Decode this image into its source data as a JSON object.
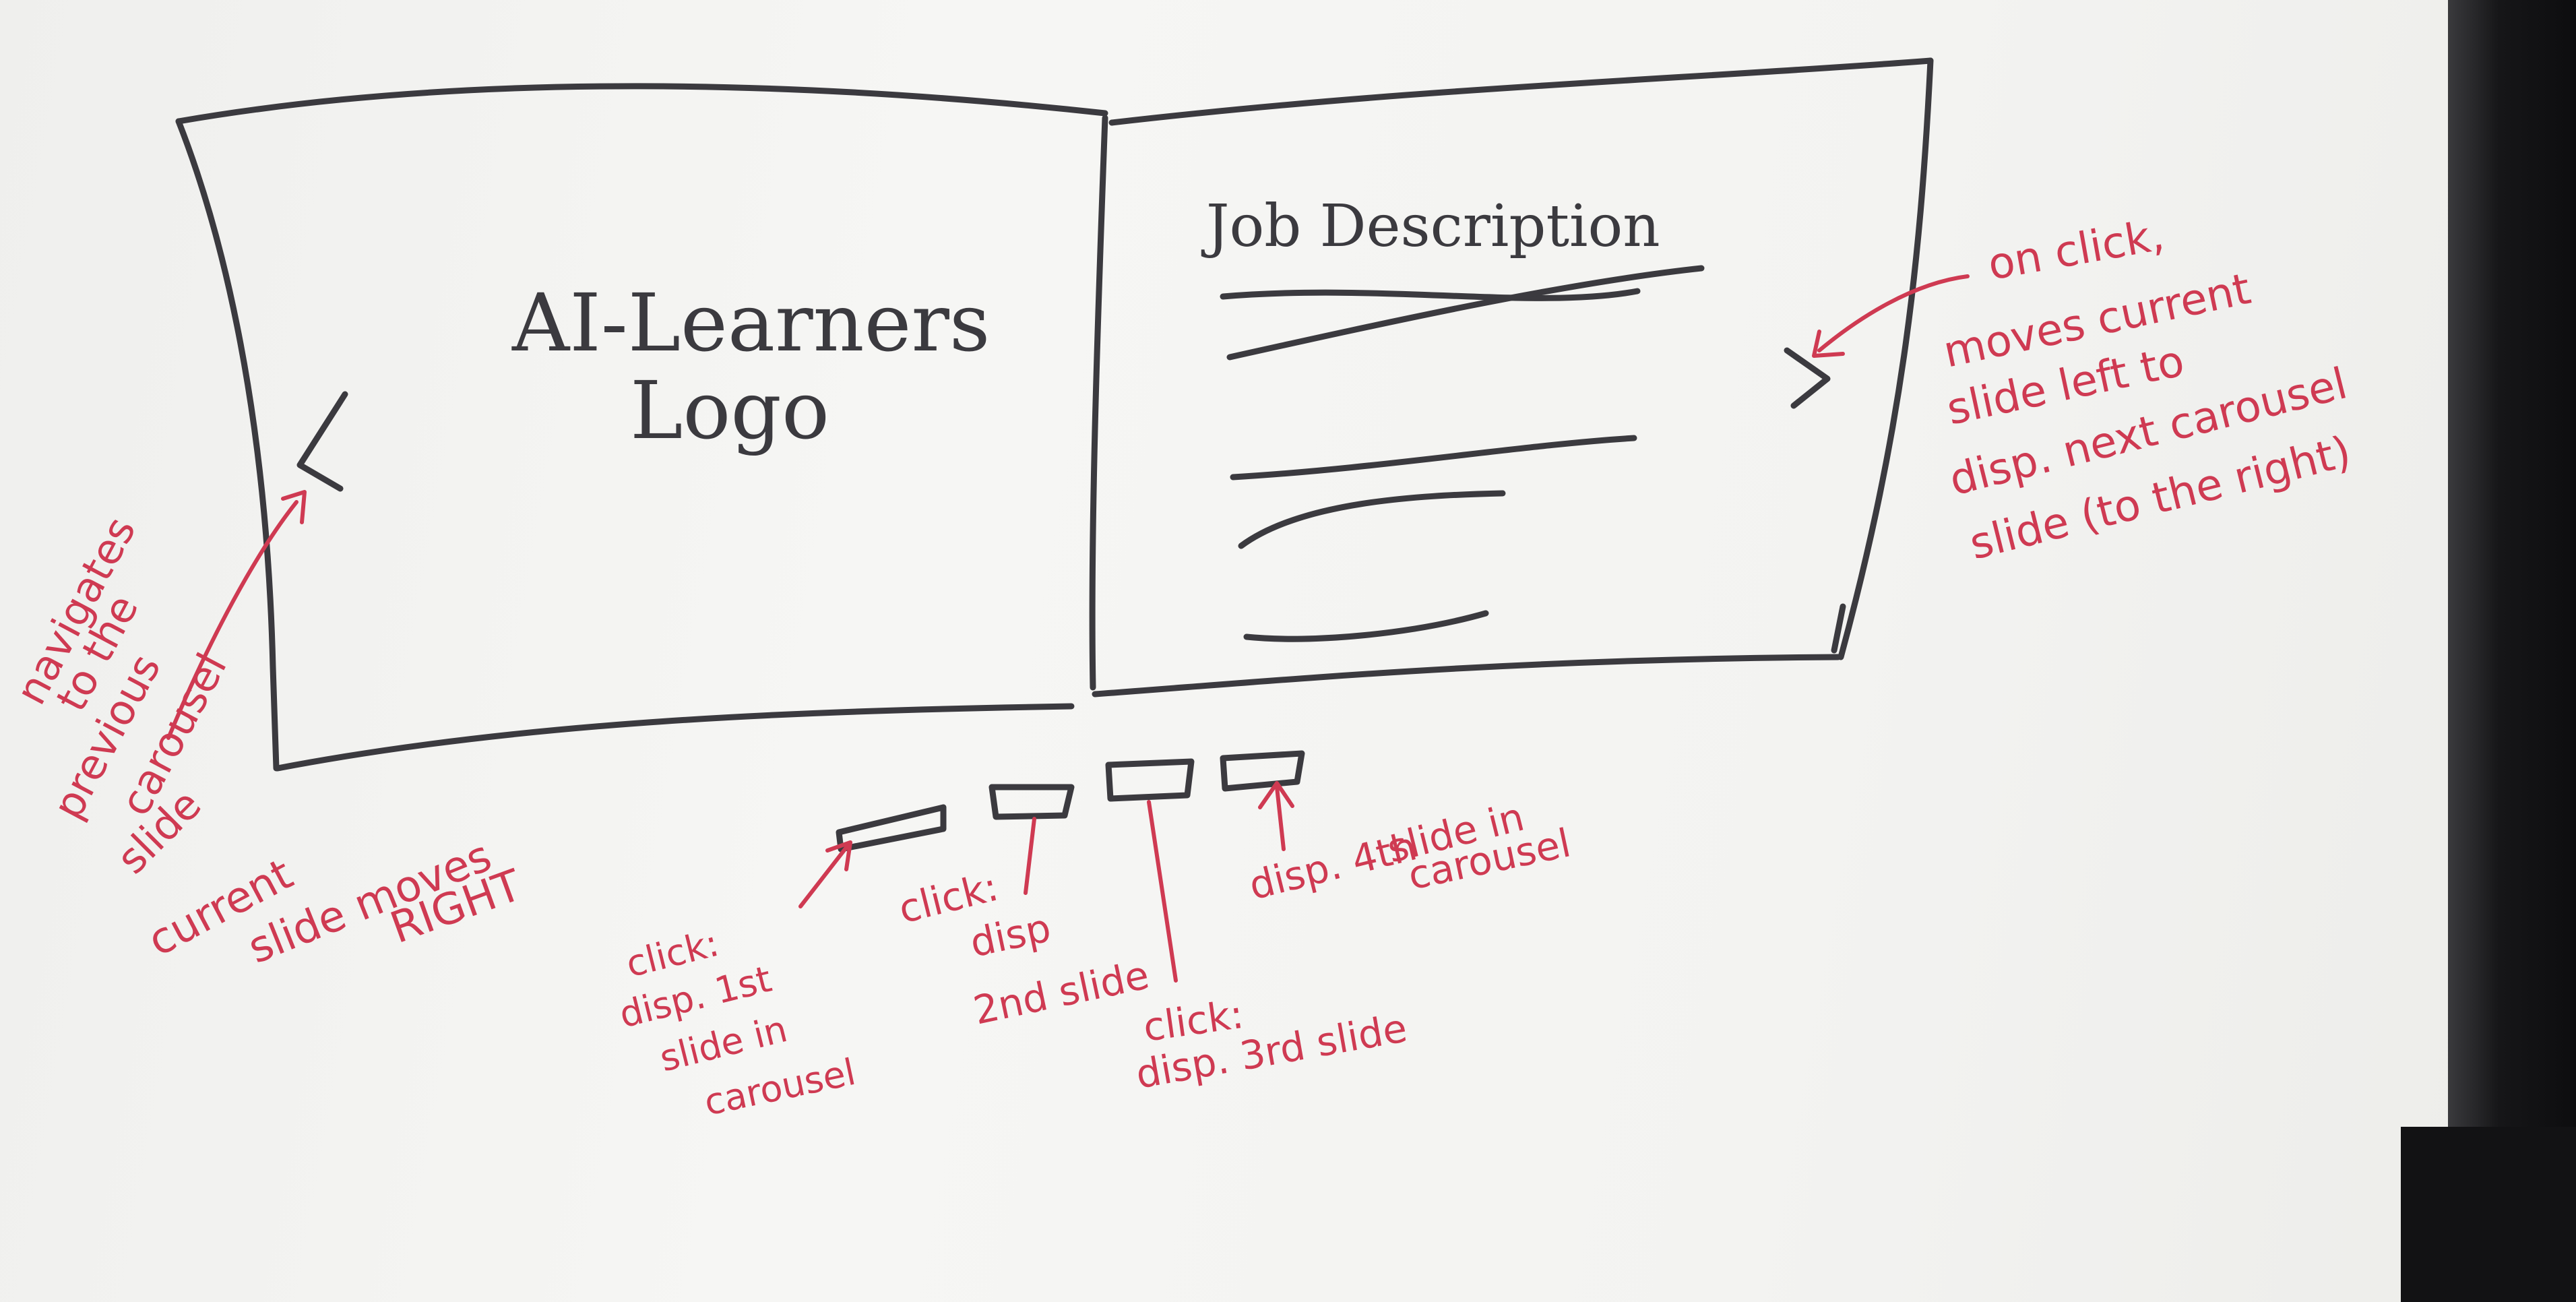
{
  "carousel": {
    "left_panel_label": [
      "AI-Learners",
      "Logo"
    ],
    "right_panel_title": "Job Description",
    "prev_arrow": "<",
    "next_arrow": ">"
  },
  "annotations": {
    "prev": [
      "navigates",
      "to the",
      "previous",
      "carousel",
      "slide"
    ],
    "prev_extra": [
      "current",
      "slide moves",
      "RIGHT"
    ],
    "next": [
      "on click,",
      "moves current",
      "slide left to",
      "disp. next carousel",
      "slide (to the right)"
    ],
    "dot1": [
      "click:",
      "disp. 1st",
      "slide in",
      "carousel"
    ],
    "dot2": [
      "click:",
      "disp",
      "2nd slide"
    ],
    "dot3": [
      "click:",
      "disp. 3rd slide"
    ],
    "dot4": [
      "disp. 4th",
      "slide in",
      "carousel"
    ]
  },
  "colors": {
    "marker_dark": "#3b3a3f",
    "marker_red": "#cf3a52"
  }
}
